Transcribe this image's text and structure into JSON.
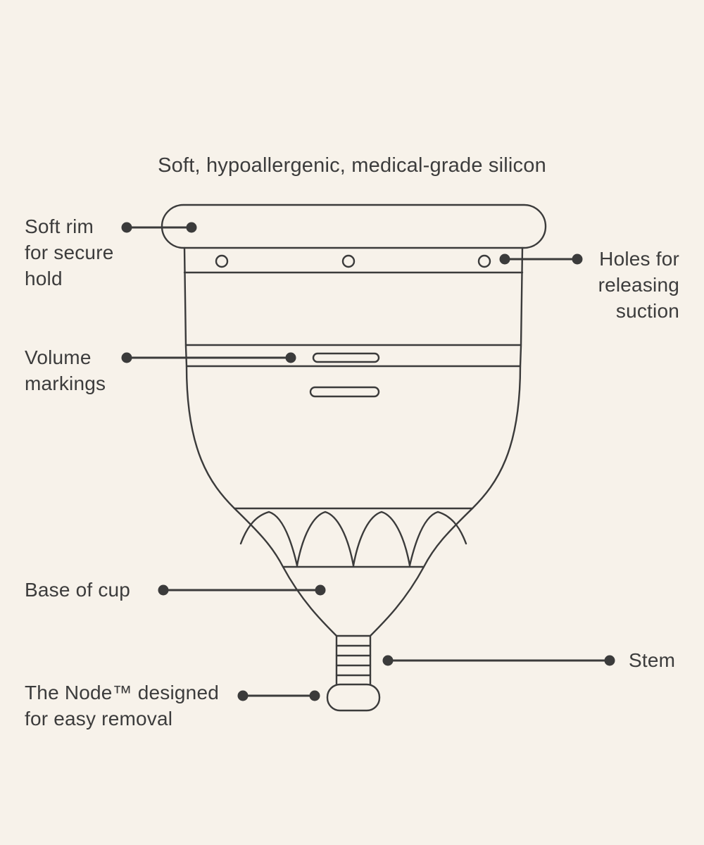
{
  "title": "Soft, hypoallergenic, medical-grade silicon",
  "colors": {
    "background": "#f7f2ea",
    "line": "#3b3b3b",
    "text": "#3c3c3c"
  },
  "labels": {
    "soft_rim": "Soft rim\nfor secure\nhold",
    "holes": "Holes for\nreleasing\nsuction",
    "volume": "Volume\nmarkings",
    "base": "Base of cup",
    "stem": "Stem",
    "node": "The Node™ designed\nfor easy removal"
  }
}
